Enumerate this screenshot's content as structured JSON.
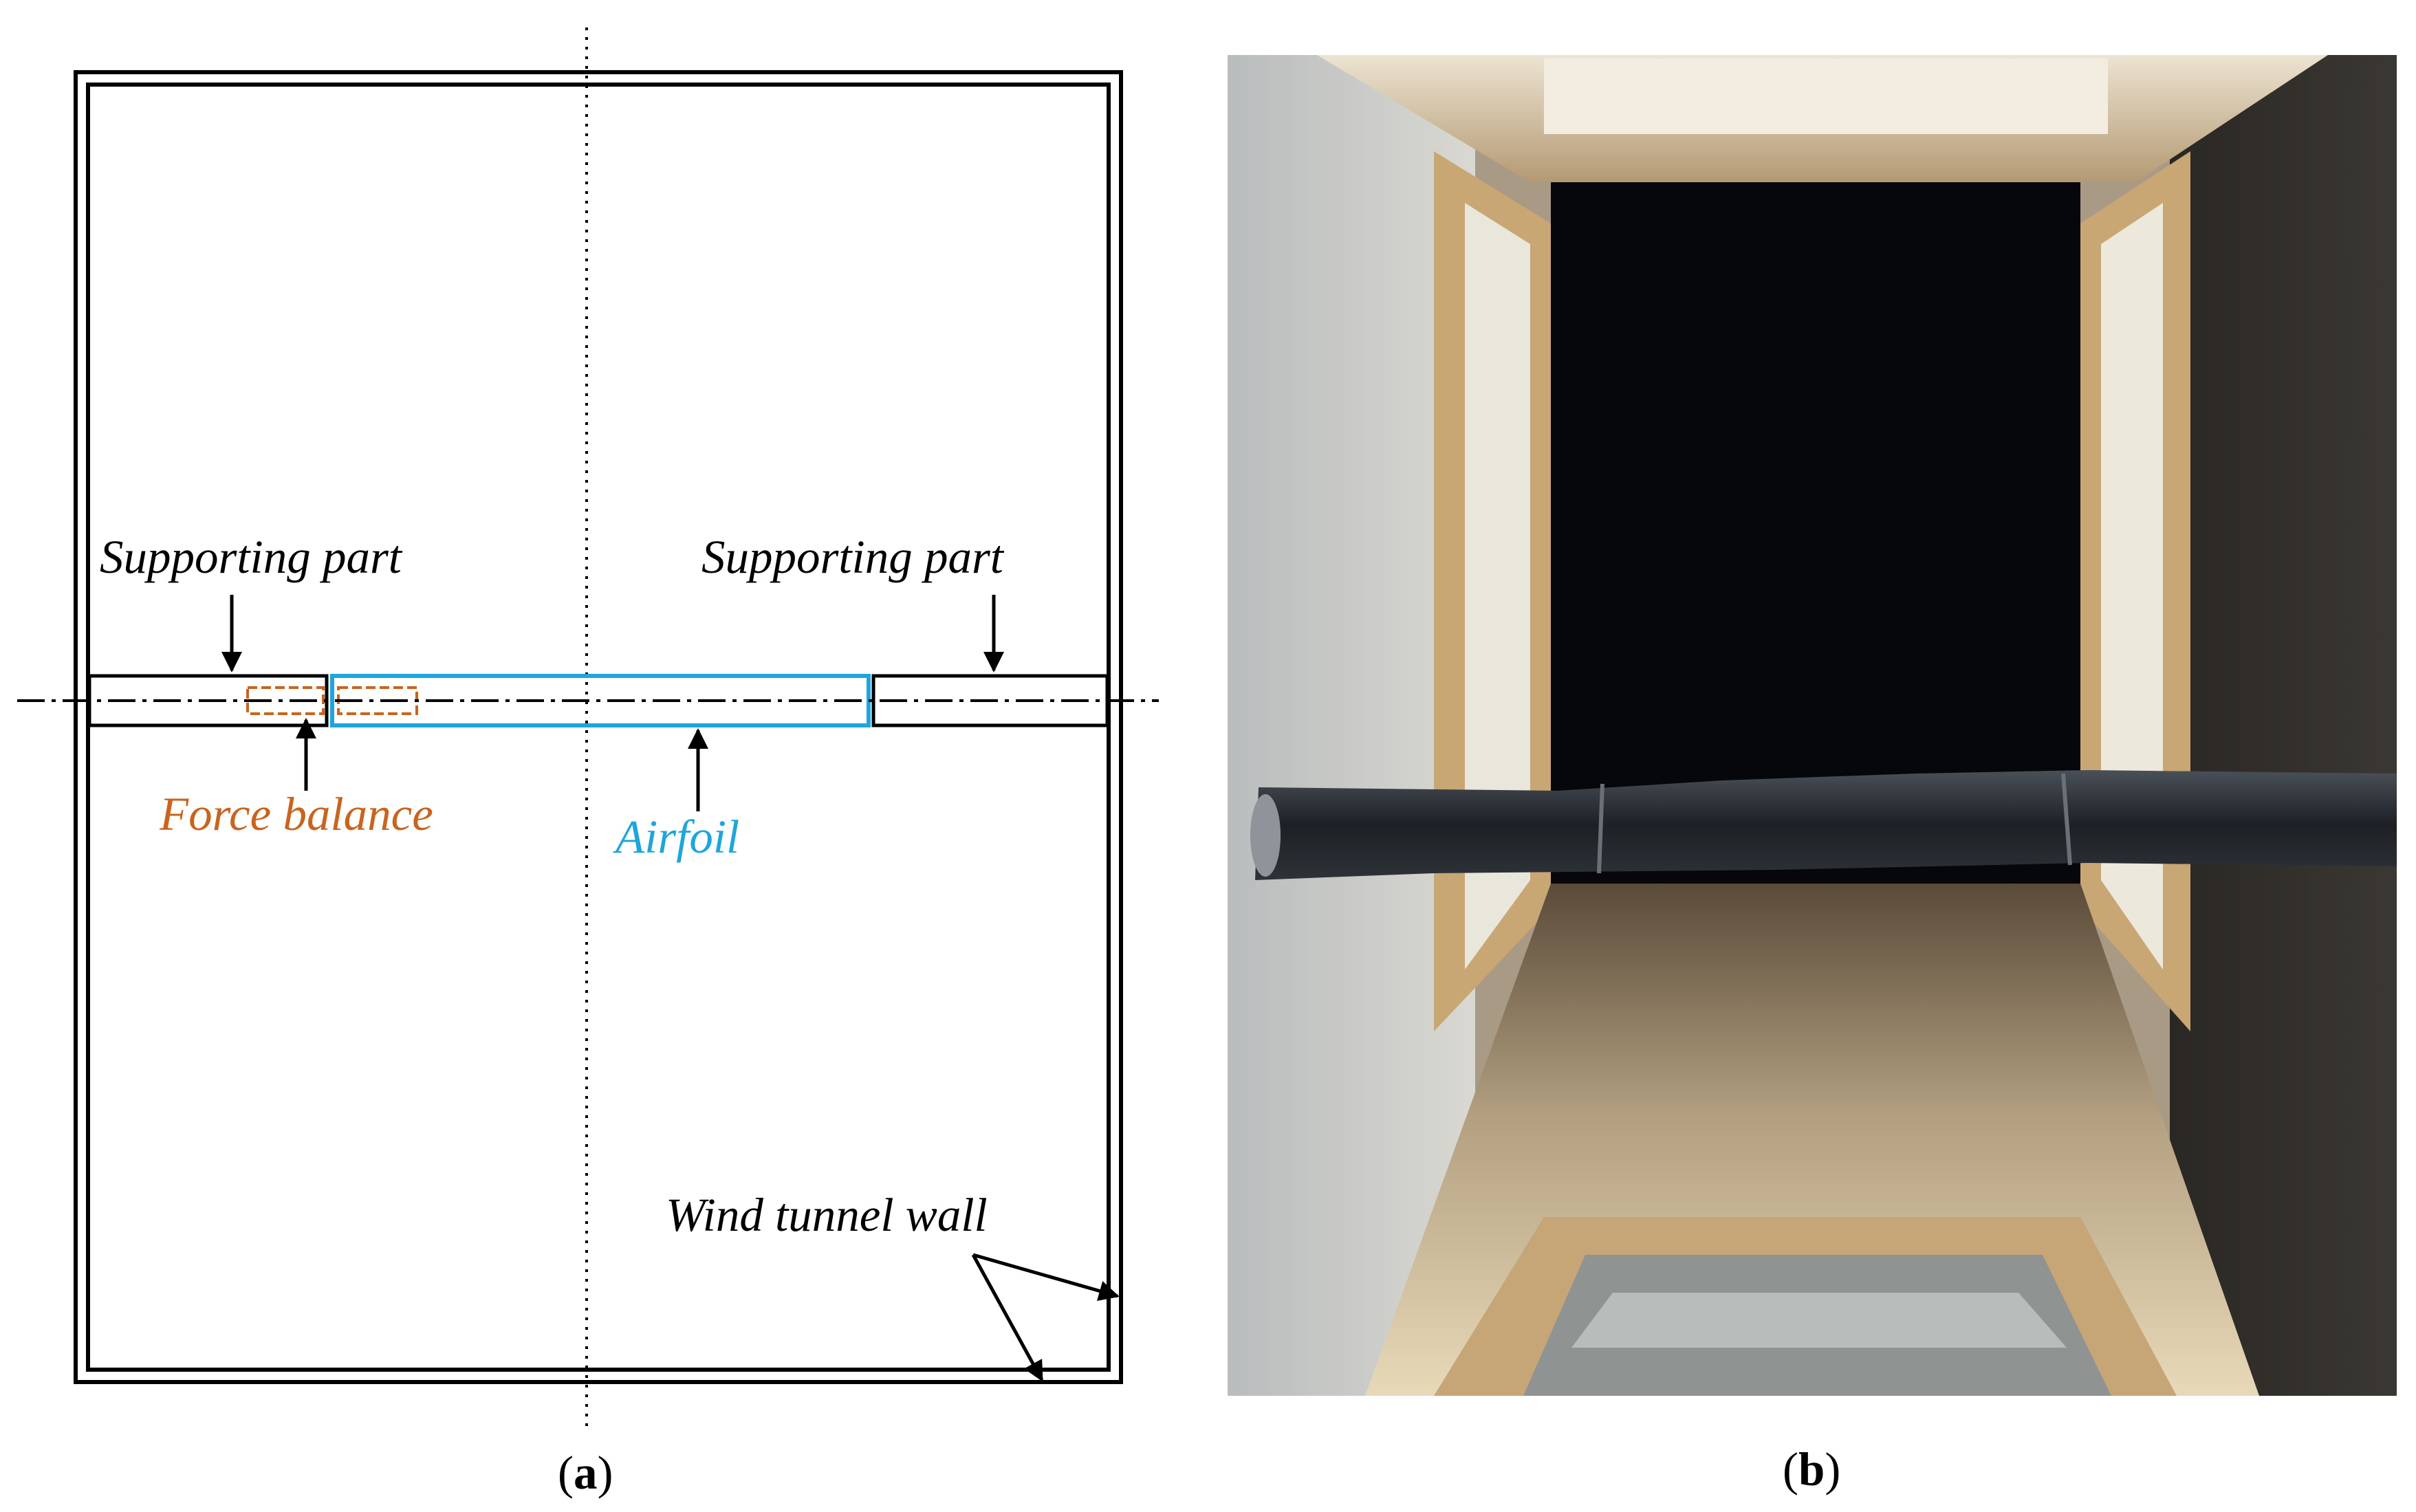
{
  "panel_a": {
    "labels": {
      "support_left": "Supporting part",
      "support_right": "Supporting part",
      "force_balance": "Force balance",
      "airfoil": "Airfoil",
      "wall": "Wind tunnel wall"
    },
    "caption": {
      "open": "(",
      "letter": "a",
      "close": ")"
    },
    "colors": {
      "force_balance": "#C8641E",
      "airfoil": "#1EA5DC",
      "lines": "#000000"
    }
  },
  "panel_b": {
    "caption": {
      "open": "(",
      "letter": "b",
      "close": ")"
    }
  }
}
